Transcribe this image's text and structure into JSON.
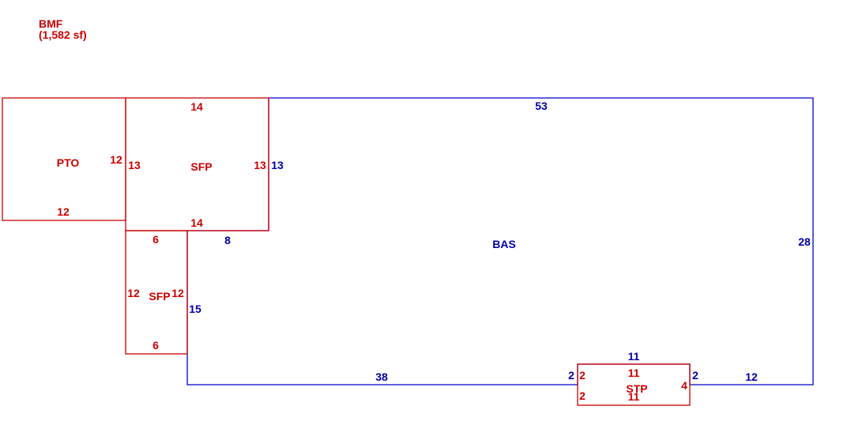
{
  "header": {
    "title": "BMF",
    "area": "(1,582 sf)",
    "color": "#cc0000"
  },
  "colors": {
    "blue": "#0000aa",
    "red": "#cc0000"
  },
  "areas": {
    "bas": {
      "label": "BAS",
      "dims": {
        "top": "53",
        "right": "28",
        "bottom_left": "38",
        "bottom_right": "12",
        "notch_left": "2",
        "notch_right": "2",
        "notch_top": "11",
        "step_top": "8",
        "sfp_side": "13",
        "lower_side": "15"
      }
    },
    "pto": {
      "label": "PTO",
      "dims": {
        "bottom": "12",
        "right": "12"
      }
    },
    "sfp_upper": {
      "label": "SFP",
      "dims": {
        "top": "14",
        "bottom": "14",
        "left": "13",
        "right": "13"
      }
    },
    "sfp_lower": {
      "label": "SFP",
      "dims": {
        "top": "6",
        "bottom": "6",
        "left": "12",
        "right": "12"
      }
    },
    "stp": {
      "label": "STP",
      "dims": {
        "top": "11",
        "bottom": "11",
        "left_upper": "2",
        "left_lower": "2",
        "right": "4"
      }
    }
  }
}
